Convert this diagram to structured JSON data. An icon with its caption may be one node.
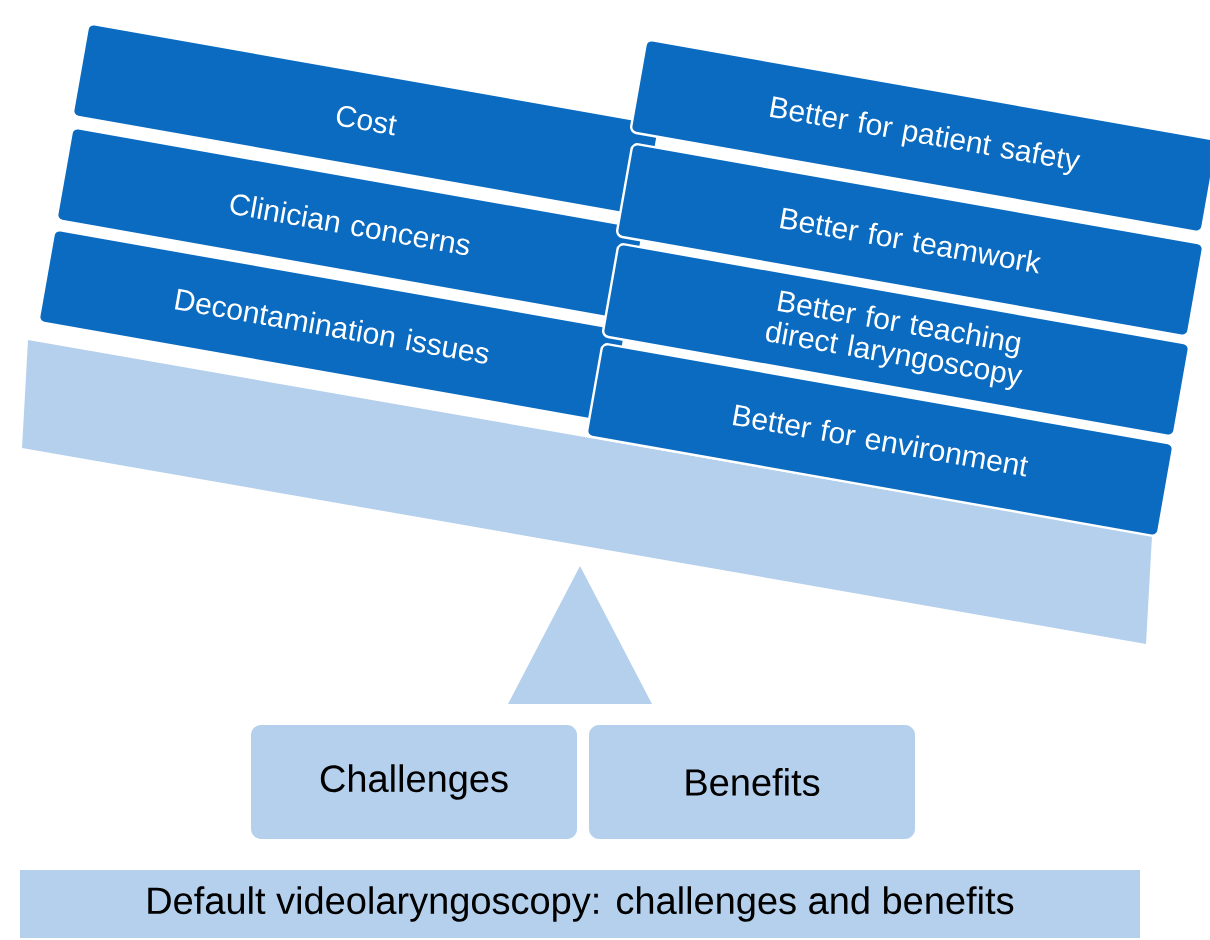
{
  "diagram": {
    "caption": "Default videolaryngoscopy: challenges and benefits",
    "nodes": [
      {
        "text": [
          "Cost"
        ]
      },
      {
        "text": [
          "Clinician concerns"
        ]
      },
      {
        "text": [
          "Decontamination issues"
        ]
      },
      {
        "text": [
          "Better for patient safety"
        ]
      },
      {
        "text": [
          "Better for teamwork"
        ]
      },
      {
        "text": [
          "Better for teaching direct laryngoscopy"
        ]
      },
      {
        "text": [
          "Better for environment"
        ]
      },
      {
        "text": [
          "Challenges"
        ]
      },
      {
        "text": [
          "Benefits"
        ]
      }
    ]
  }
}
